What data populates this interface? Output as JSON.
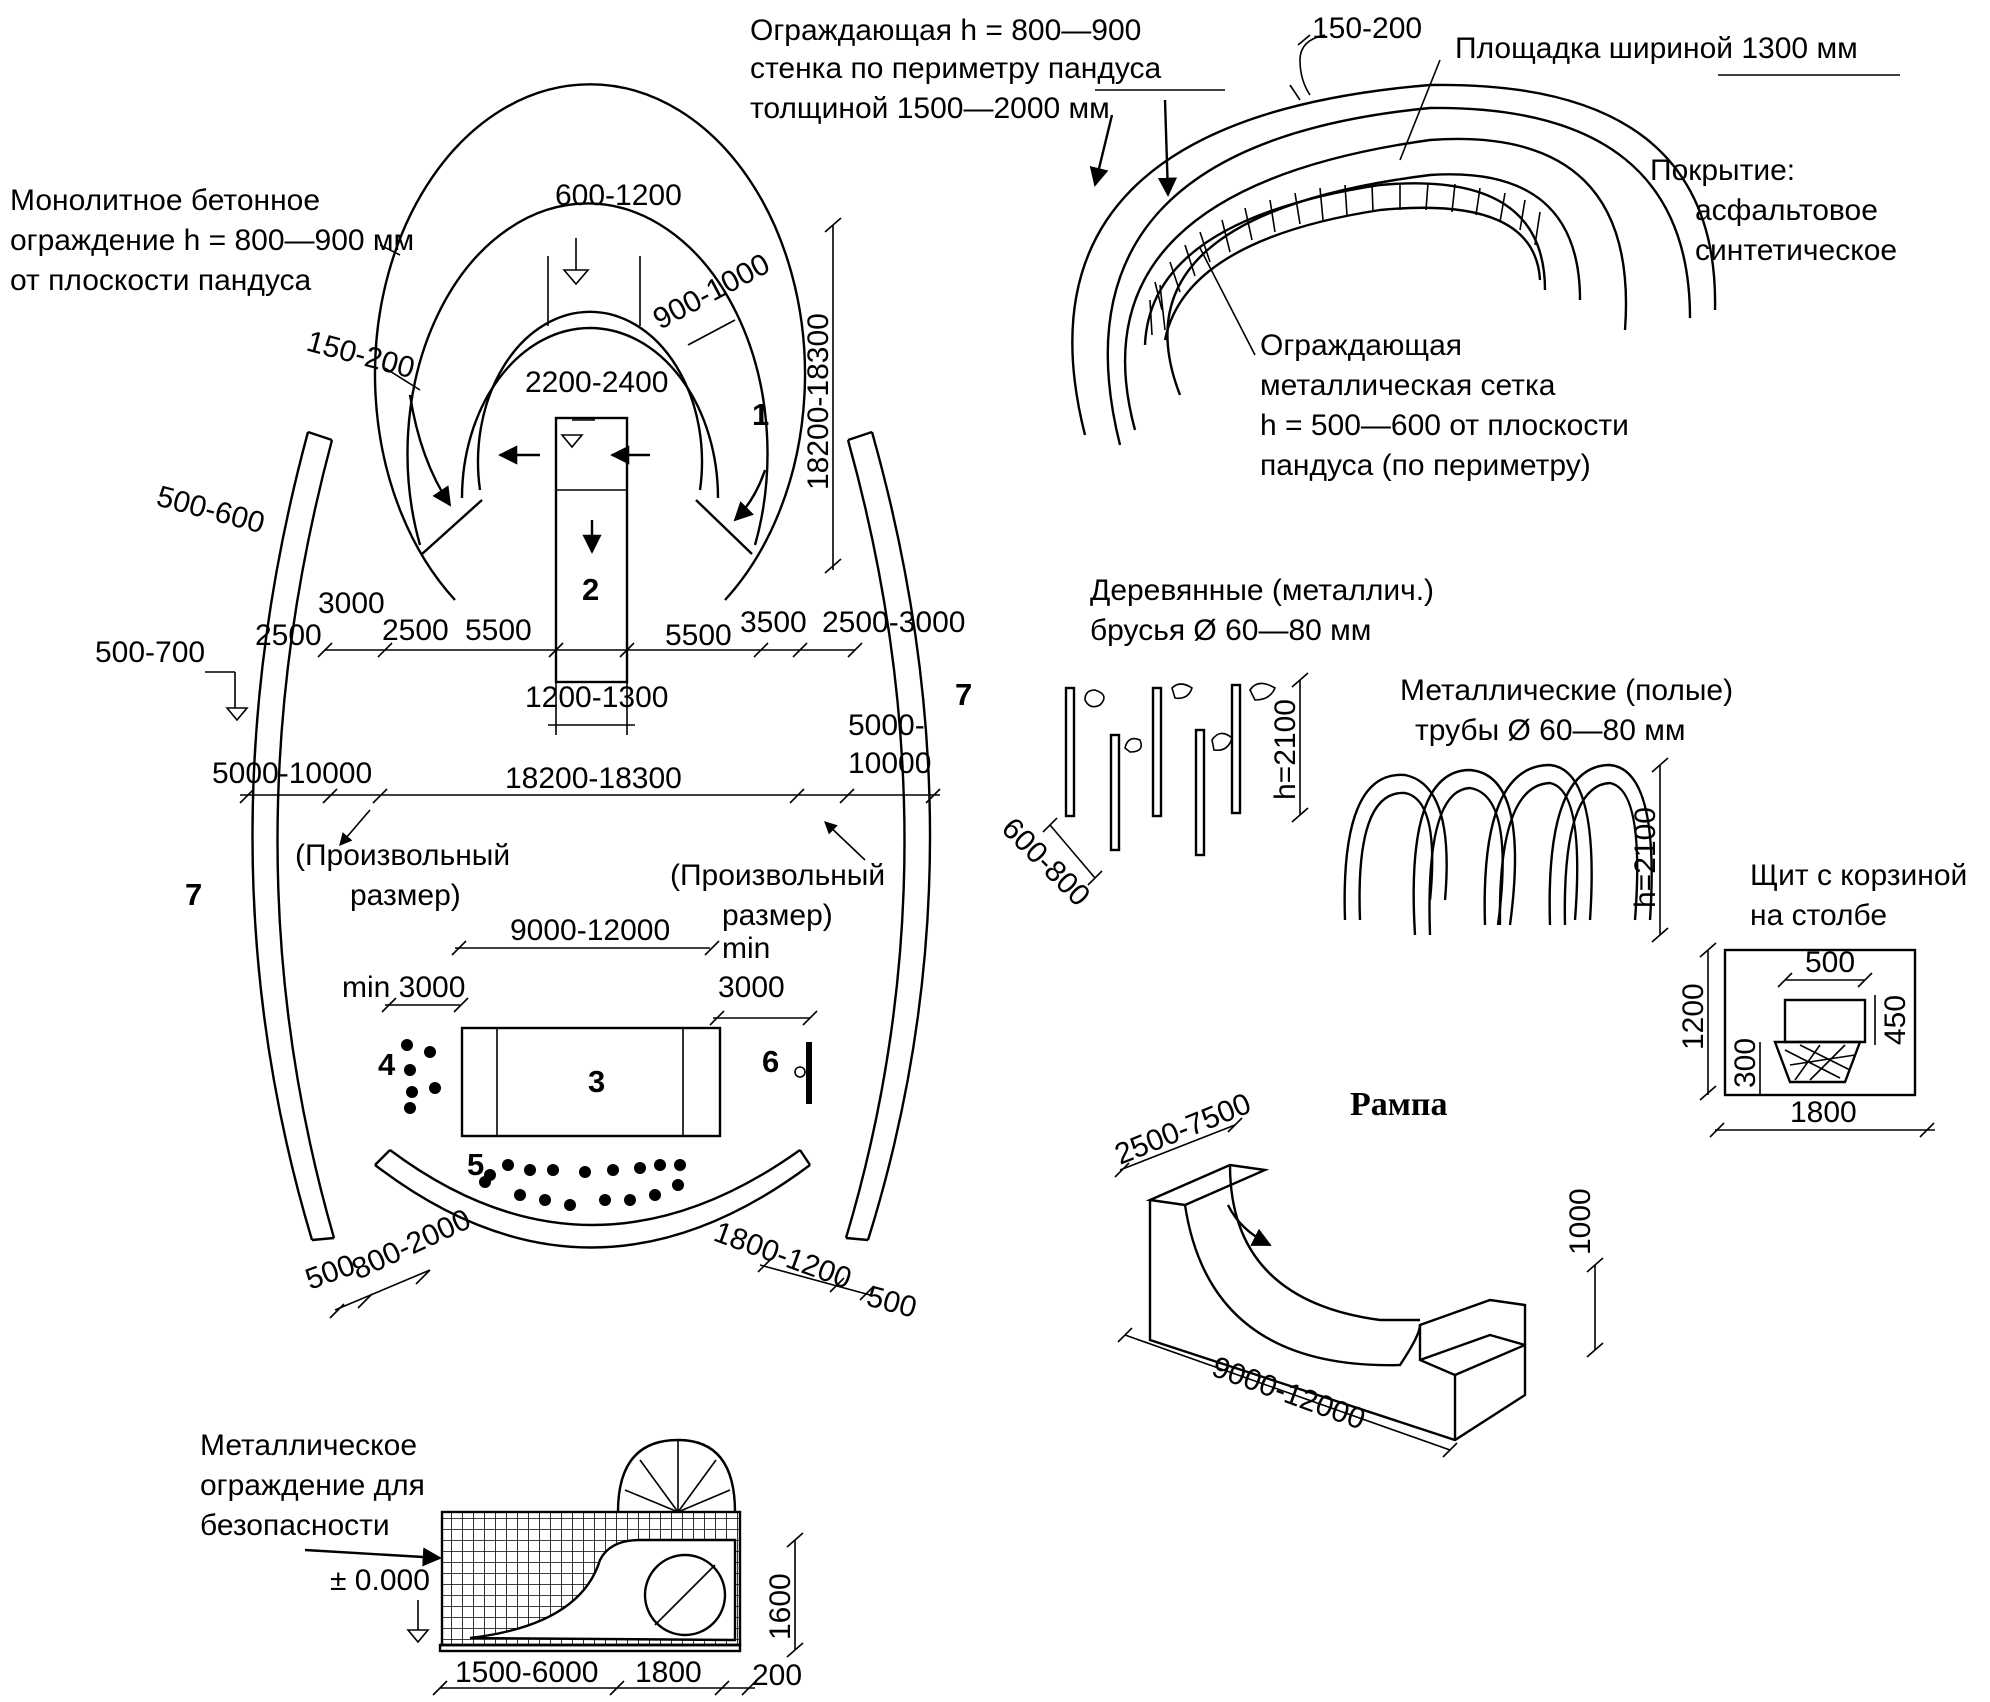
{
  "plan": {
    "concrete_wall_label": [
      "Монолитное бетонное",
      "ограждение h = 800—900 мм",
      "от плоскости пандуса"
    ],
    "dims": {
      "d600_1200": "600-1200",
      "d150_200": "150-200",
      "d900_1000": "900-1000",
      "d2200_2400": "2200-2400",
      "d18200_18300_v": "18200-18300",
      "d500_600": "500-600",
      "d3000": "3000",
      "d2500_a": "2500",
      "d2500_b": "2500",
      "d5500_a": "5500",
      "d5500_b": "5500",
      "d3500": "3500",
      "d2500_3000": "2500-3000",
      "d500_700": "500-700",
      "d1200_1300": "1200-1300",
      "d5000_10000_l": "5000-10000",
      "d18200_18300_h": "18200-18300",
      "d5000_10000_r_1": "5000-",
      "d5000_10000_r_2": "10000",
      "d9000_12000": "9000-12000",
      "d_min3000_l": "min 3000",
      "d_min_r": "min",
      "d3000_r": "3000",
      "d500_bl": "500",
      "d800_2000": "800-2000",
      "d1800_1200": "1800-1200",
      "d500_br": "500"
    },
    "arbitrary_left": [
      "(Произвольный",
      "размер)"
    ],
    "arbitrary_right": [
      "(Произвольный",
      "размер)"
    ],
    "zone_numbers": {
      "n1": "1",
      "n2": "2",
      "n3": "3",
      "n4": "4",
      "n5": "5",
      "n6": "6",
      "n7_left": "7",
      "n7_right": "7"
    }
  },
  "ramp_3d": {
    "wall_label": [
      "Ограждающая h = 800—900",
      "стенка по периметру пандуса",
      "толщиной 1500—2000 мм"
    ],
    "dim_150_200": "150-200",
    "platform_label": "Площадка шириной 1300 мм",
    "coating_label": [
      "Покрытие:",
      "асфальтовое",
      "синтетическое"
    ],
    "mesh_label": [
      "Ограждающая",
      "металлическая сетка",
      "h = 500—600 от плоскости",
      "пандуса (по периметру)"
    ]
  },
  "beams": {
    "label": [
      "Деревянные (металлич.)",
      "брусья Ø 60—80 мм"
    ],
    "dim_h": "h=2100",
    "dim_spacing": "600-800"
  },
  "pipes": {
    "label": [
      "Металлические (полые)",
      "трубы Ø 60—80 мм"
    ],
    "dim_h": "h=2100"
  },
  "basket": {
    "label": [
      "Щит с корзиной",
      "на столбе"
    ],
    "dim_500": "500",
    "dim_450": "450",
    "dim_1200": "1200",
    "dim_300": "300",
    "dim_1800": "1800"
  },
  "halfpipe": {
    "title": "Рампа",
    "dim_width": "2500-7500",
    "dim_height": "1000",
    "dim_length": "9000-12000"
  },
  "section": {
    "fence_label": [
      "Металлическое",
      "ограждение для",
      "безопасности"
    ],
    "level": "± 0.000",
    "dim_1600": "1600",
    "dim_1500_6000": "1500-6000",
    "dim_1800": "1800",
    "dim_200": "200"
  }
}
